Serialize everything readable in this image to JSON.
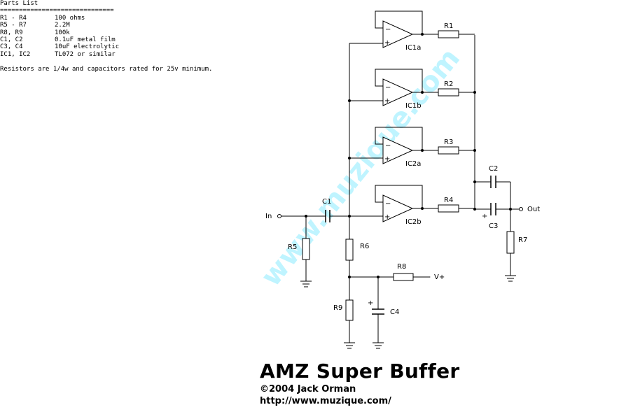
{
  "parts_list": {
    "heading": "Parts List",
    "rule": "==============================",
    "items": [
      {
        "ref": "R1 - R4",
        "value": "100 ohms"
      },
      {
        "ref": "R5 - R7",
        "value": "2.2M"
      },
      {
        "ref": "R8, R9",
        "value": "100k"
      },
      {
        "ref": "C1, C2",
        "value": "0.1uF metal film"
      },
      {
        "ref": "C3, C4",
        "value": "10uF electrolytic"
      },
      {
        "ref": "IC1, IC2",
        "value": "TL072 or similar"
      }
    ],
    "note": "Resistors are 1/4w and capacitors rated for 25v minimum."
  },
  "schematic": {
    "opamps": [
      "IC1a",
      "IC1b",
      "IC2a",
      "IC2b"
    ],
    "output_resistors": [
      "R1",
      "R2",
      "R3",
      "R4"
    ],
    "input_label": "In",
    "output_label": "Out",
    "supply_label": "V+",
    "c1": "C1",
    "c2": "C2",
    "c3": "C3",
    "c4": "C4",
    "r5": "R5",
    "r6": "R6",
    "r7": "R7",
    "r8": "R8",
    "r9": "R9",
    "minus": "−",
    "plus": "+",
    "watermark": "www.muzique.com",
    "colors": {
      "line": "#000000",
      "watermark": "#bff4ff"
    }
  },
  "credits": {
    "title": "AMZ Super Buffer",
    "copyright": "©2004 Jack Orman",
    "url": "http://www.muzique.com/"
  }
}
